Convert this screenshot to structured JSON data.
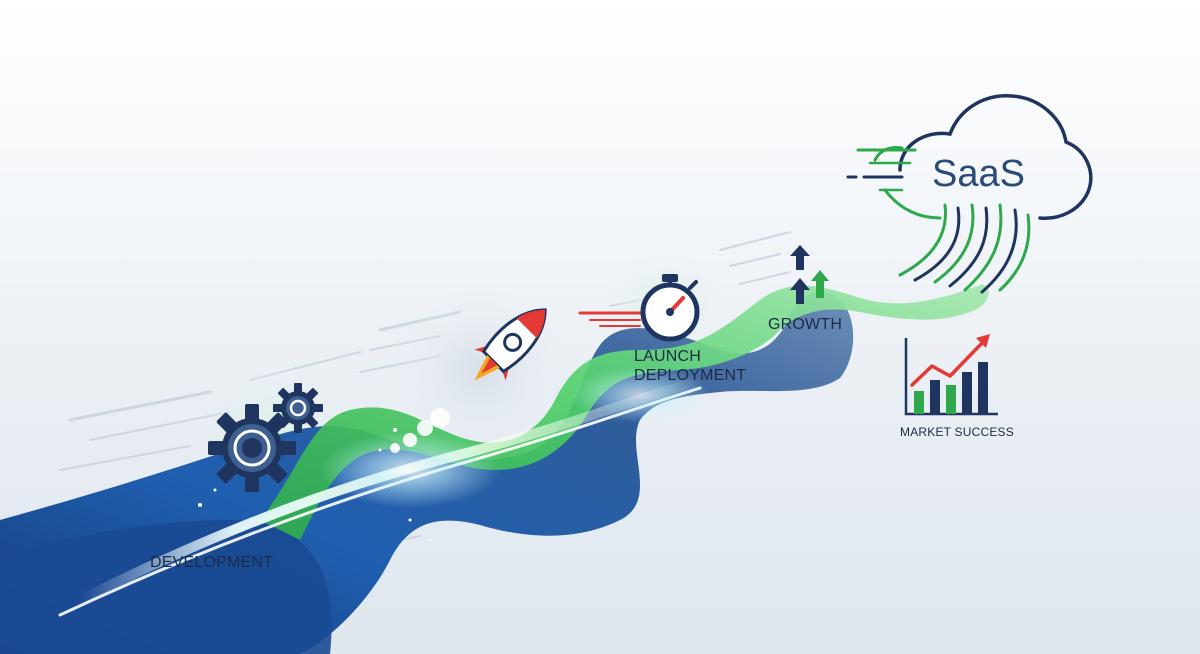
{
  "brand": {
    "saas_text": "SaaS"
  },
  "stages": {
    "development": "DEVELOPMENT",
    "launch_line1": "LAUNCH",
    "launch_line2": "DEPLOYMENT",
    "growth": "GROWTH",
    "market_success": "MARKET SUCCESS"
  },
  "icons": {
    "development": "gears-icon",
    "launch": "rocket-icon",
    "deployment": "stopwatch-icon",
    "growth": "up-arrows-icon",
    "market_success": "rising-bar-chart-icon",
    "brand": "cloud-icon"
  },
  "colors": {
    "navy": "#1c2b45",
    "blue": "#1f56a8",
    "green": "#3bbf5a",
    "red": "#e53935",
    "glow": "#dff7ff"
  }
}
